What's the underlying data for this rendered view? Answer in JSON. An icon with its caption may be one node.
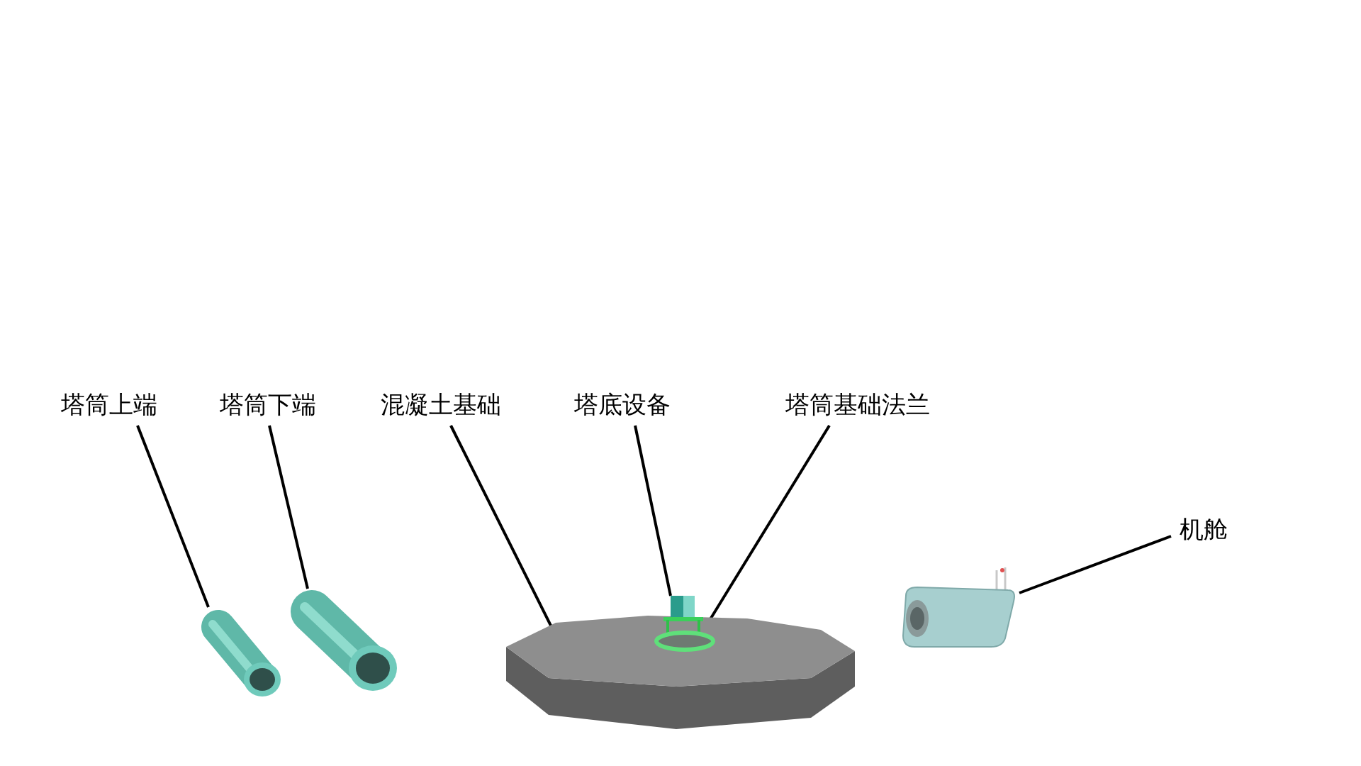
{
  "diagram": {
    "nodes": [
      {
        "text": [
          "塔筒上端"
        ]
      },
      {
        "text": [
          "塔筒下端"
        ]
      },
      {
        "text": [
          "混凝土基础"
        ]
      },
      {
        "text": [
          "塔底设备"
        ]
      },
      {
        "text": [
          "塔筒基础法兰"
        ]
      },
      {
        "text": [
          "机舱"
        ]
      },
      {
        "text": [],
        "shape": "picture"
      },
      {
        "text": [],
        "shape": "picture"
      },
      {
        "text": [],
        "shape": "picture"
      },
      {
        "text": [],
        "shape": "picture"
      },
      {
        "text": [],
        "shape": "circle"
      },
      {
        "text": [],
        "shape": "picture"
      }
    ],
    "edges": [
      {
        "from": 0,
        "to": 6,
        "arrow": "none"
      },
      {
        "from": 1,
        "to": 7,
        "arrow": "none"
      },
      {
        "from": 2,
        "to": 8,
        "arrow": "none"
      },
      {
        "from": 3,
        "to": 9,
        "arrow": "none"
      },
      {
        "from": 4,
        "to": 10,
        "arrow": "none"
      },
      {
        "from": 5,
        "to": 11,
        "arrow": "none"
      }
    ]
  }
}
